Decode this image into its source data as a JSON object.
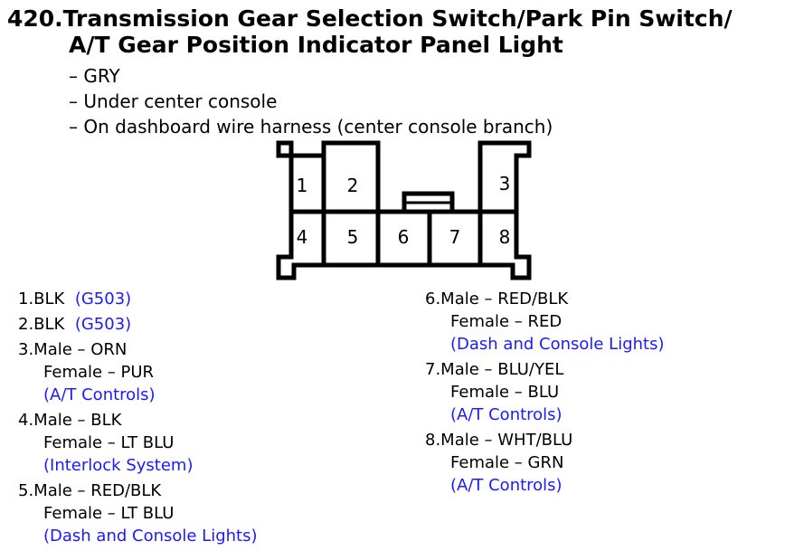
{
  "title": {
    "line1": "420.Transmission Gear Selection Switch/Park Pin Switch/",
    "line2": "A/T Gear Position Indicator Panel Light"
  },
  "notes": [
    "– GRY",
    "– Under center console",
    "– On dashboard wire harness (center console branch)"
  ],
  "connector": {
    "pins": [
      "1",
      "2",
      "3",
      "4",
      "5",
      "6",
      "7",
      "8"
    ]
  },
  "pins_left": [
    {
      "head": "1.BLK",
      "circuit": "(G503)"
    },
    {
      "head": "2.BLK",
      "circuit": "(G503)"
    },
    {
      "head": "3.Male – ORN",
      "female": "Female – PUR",
      "circuit": "(A/T Controls)"
    },
    {
      "head": "4.Male – BLK",
      "female": "Female – LT BLU",
      "circuit": "(Interlock System)"
    },
    {
      "head": "5.Male – RED/BLK",
      "female": "Female – LT BLU",
      "circuit": "(Dash and Console Lights)"
    }
  ],
  "pins_right": [
    {
      "head": "6.Male – RED/BLK",
      "female": "Female – RED",
      "circuit": "(Dash and Console Lights)"
    },
    {
      "head": "7.Male – BLU/YEL",
      "female": "Female – BLU",
      "circuit": "(A/T Controls)"
    },
    {
      "head": "8.Male – WHT/BLU",
      "female": "Female – GRN",
      "circuit": "(A/T Controls)"
    }
  ],
  "colors": {
    "circuit_text": "#1a1aff",
    "text": "#000000"
  }
}
